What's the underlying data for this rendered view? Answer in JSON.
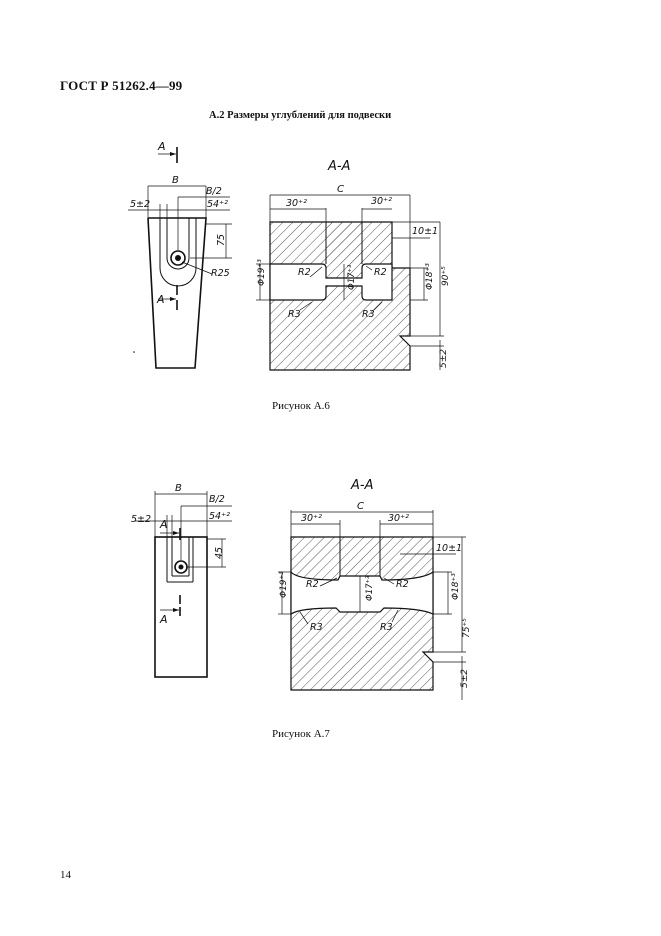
{
  "header": {
    "standard": "ГОСТ Р 51262.4—99"
  },
  "section_title": "А.2 Размеры углублений для подвески",
  "figure_a6": {
    "caption": "Рисунок А.6",
    "section_label": "А-А",
    "cut_label": "А",
    "dims": {
      "B": "B",
      "half_B": "B/2",
      "d5": "5±2",
      "d54": "54⁺²",
      "d75": "75",
      "R25": "R25",
      "C": "C",
      "d30a": "30⁺²",
      "d30b": "30⁺²",
      "d10": "10±1",
      "phi19": "Φ19⁺³",
      "phi17": "Φ17⁺³",
      "phi18": "Φ18⁺³",
      "d90": "90⁺⁵",
      "R2a": "R2",
      "R2b": "R2",
      "R3a": "R3",
      "R3b": "R3",
      "d5b": "5±2"
    }
  },
  "figure_a7": {
    "caption": "Рисунок А.7",
    "section_label": "А-А",
    "cut_label": "А",
    "dims": {
      "B": "B",
      "half_B": "B/2",
      "d5": "5±2",
      "d54": "54⁺²",
      "d45": "45",
      "C": "C",
      "d30a": "30⁺²",
      "d30b": "30⁺²",
      "d10": "10±1",
      "phi19": "Φ19⁺³",
      "phi17": "Φ17⁺³",
      "phi18": "Φ18⁺³",
      "d75": "75⁺⁵",
      "R2a": "R2",
      "R2b": "R2",
      "R3a": "R3",
      "R3b": "R3",
      "d5b": "5±2"
    }
  },
  "page_number": "14"
}
